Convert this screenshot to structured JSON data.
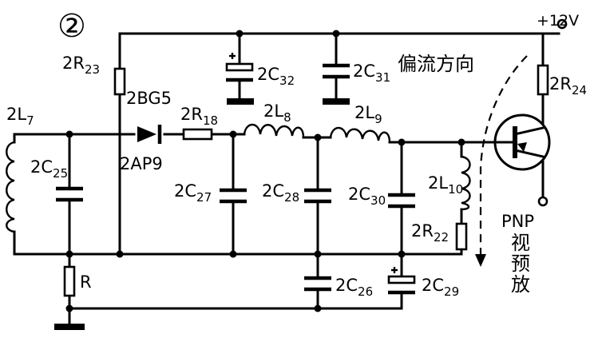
{
  "figure_number": "②",
  "supply": "+12V",
  "bias_direction": "偏流方向",
  "transistor": {
    "type": "PNP",
    "caption": [
      "视",
      "预",
      "放"
    ]
  },
  "diode": {
    "line1": "2BG5",
    "line2": "2AP9"
  },
  "labels": {
    "r23": {
      "base": "2R",
      "sub": "23"
    },
    "r18": {
      "base": "2R",
      "sub": "18"
    },
    "r24": {
      "base": "2R",
      "sub": "24"
    },
    "r22": {
      "base": "2R",
      "sub": "22"
    },
    "r": {
      "base": "R",
      "sub": ""
    },
    "l7": {
      "base": "2L",
      "sub": "7"
    },
    "l8": {
      "base": "2L",
      "sub": "8"
    },
    "l9": {
      "base": "2L",
      "sub": "9"
    },
    "l10": {
      "base": "2L",
      "sub": "10"
    },
    "c25": {
      "base": "2C",
      "sub": "25"
    },
    "c26": {
      "base": "2C",
      "sub": "26"
    },
    "c27": {
      "base": "2C",
      "sub": "27"
    },
    "c28": {
      "base": "2C",
      "sub": "28"
    },
    "c29": {
      "base": "2C",
      "sub": "29"
    },
    "c30": {
      "base": "2C",
      "sub": "30"
    },
    "c31": {
      "base": "2C",
      "sub": "31"
    },
    "c32": {
      "base": "2C",
      "sub": "32"
    }
  }
}
